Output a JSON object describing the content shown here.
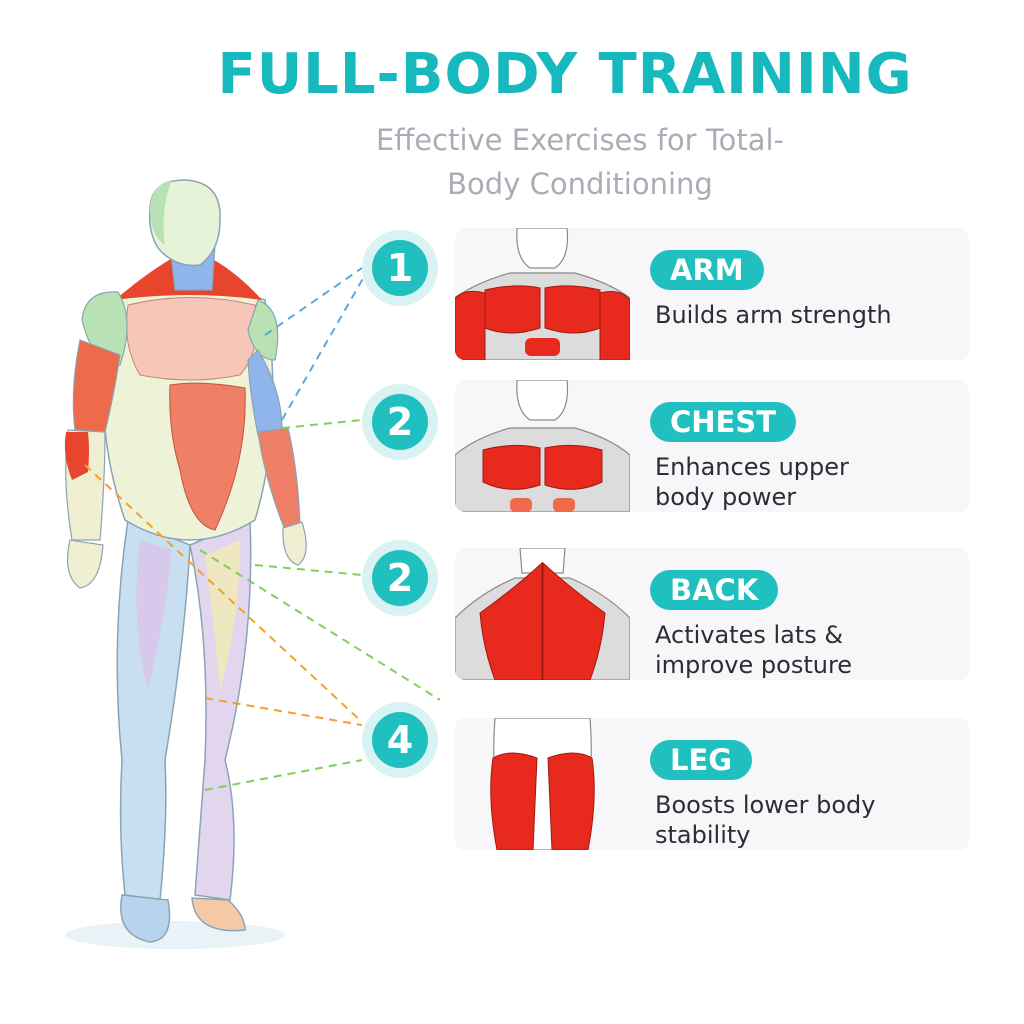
{
  "header": {
    "title": "FULL-BODY TRAINING",
    "subtitle_line1": "Effective Exercises for Total-",
    "subtitle_line2": "Body Conditioning"
  },
  "colors": {
    "accent": "#1fc0bf",
    "muscle_red": "#e8291e",
    "dash_blue": "#5aa9e0",
    "dash_green": "#7fcf5a",
    "dash_orange": "#f2a12a"
  },
  "items": [
    {
      "number": "1",
      "label": "ARM",
      "description_line1": "Builds arm strength",
      "description_line2": ""
    },
    {
      "number": "2",
      "label": "CHEST",
      "description_line1": "Enhances upper",
      "description_line2": "body power"
    },
    {
      "number": "2",
      "label": "BACK",
      "description_line1": "Activates lats &",
      "description_line2": "improve posture"
    },
    {
      "number": "4",
      "label": "LEG",
      "description_line1": "Boosts lower body",
      "description_line2": "stability"
    }
  ]
}
